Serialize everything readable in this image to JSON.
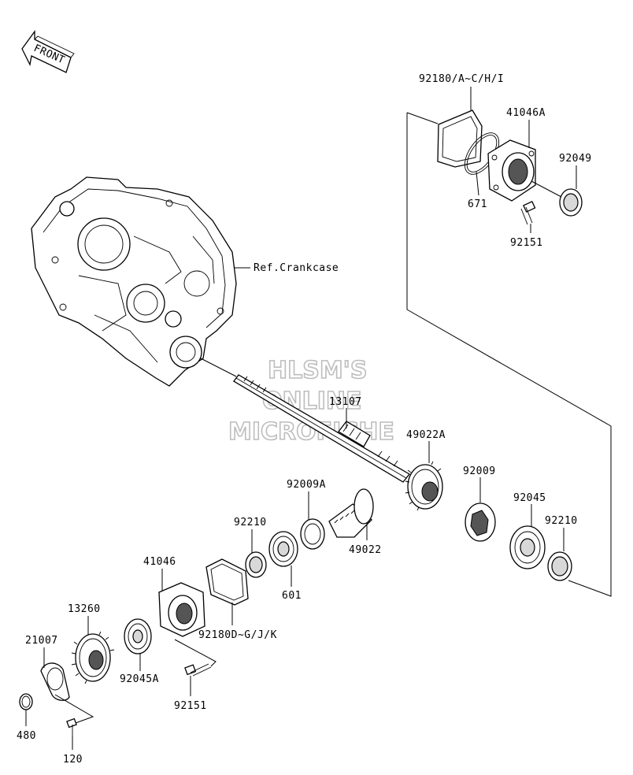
{
  "front_arrow": {
    "label": "FRONT"
  },
  "watermark": {
    "lines": [
      "HLSM'S",
      "ONLINE",
      "MICROFICHE"
    ]
  },
  "ref_label": "Ref.Crankcase",
  "parts": {
    "p92180a": "92180/A~C/H/I",
    "p41046a": "41046A",
    "p92049": "92049",
    "p671": "671",
    "p92151_top": "92151",
    "p13107": "13107",
    "p49022a": "49022A",
    "p92009a": "92009A",
    "p92009": "92009",
    "p92045": "92045",
    "p92210_left": "92210",
    "p92210_right": "92210",
    "p49022": "49022",
    "p601": "601",
    "p41046": "41046",
    "p92180d": "92180D~G/J/K",
    "p13260": "13260",
    "p21007": "21007",
    "p92045a": "92045A",
    "p92151_bottom": "92151",
    "p480": "480",
    "p120": "120"
  }
}
